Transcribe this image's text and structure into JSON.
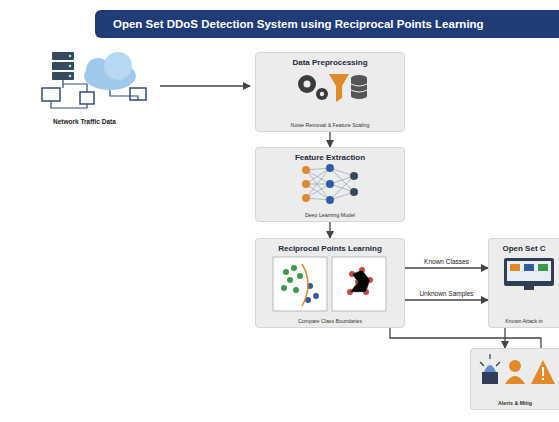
{
  "diagram": {
    "title": "Open Set DDoS Detection System using Reciprocal Points Learning",
    "nodes": [
      {
        "text": [
          "Data Preprocessing",
          "Noise Removal & Feature Scaling"
        ]
      },
      {
        "text": [
          "Feature Extraction",
          "Deep Learning Model"
        ]
      },
      {
        "text": [
          "Reciprocal Points Learning",
          "Compare Class Boundaries"
        ]
      },
      {
        "text": [
          "Open Set C",
          "Known Attack in"
        ]
      },
      {
        "text": [
          "Alerts & Mitig"
        ]
      }
    ],
    "edges": [
      {
        "from": 0,
        "to": 1,
        "arrow": "to"
      },
      {
        "from": 1,
        "to": 2,
        "arrow": "to"
      },
      {
        "from": 2,
        "to": 3,
        "label": "Known Classes",
        "arrow": "to"
      },
      {
        "from": 2,
        "to": 3,
        "label": "Unknown Samples",
        "arrow": "to"
      },
      {
        "from": 3,
        "to": 4,
        "arrow": "to"
      },
      {
        "from": 2,
        "to": 4,
        "arrow": "none"
      }
    ],
    "labels": [
      "Network Traffic Data"
    ]
  }
}
